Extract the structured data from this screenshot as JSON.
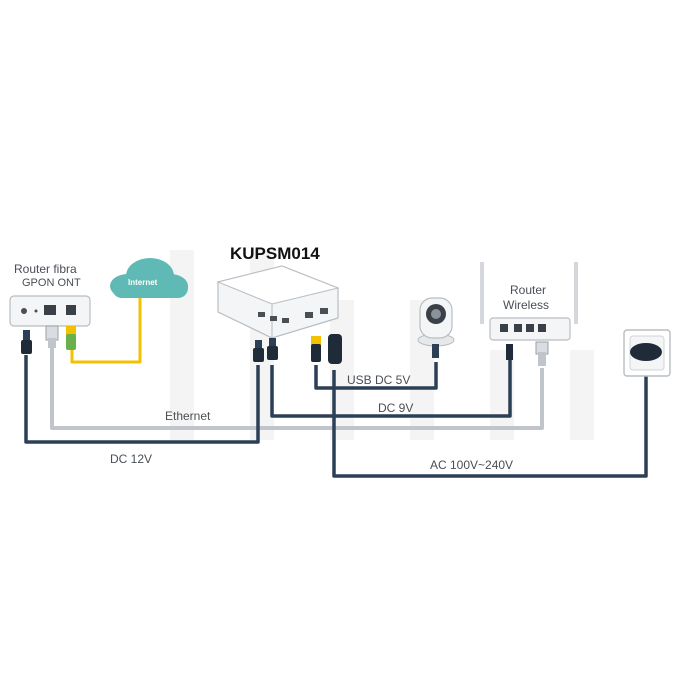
{
  "title": "KUPSM014",
  "devices": {
    "router_fibra": {
      "line1": "Router fibra",
      "line2": "GPON ONT"
    },
    "internet": "Internet",
    "router_wireless": {
      "line1": "Router",
      "line2": "Wireless"
    }
  },
  "connections": {
    "usb_dc_5v": "USB DC 5V",
    "dc_9v": "DC 9V",
    "ethernet": "Ethernet",
    "dc_12v": "DC 12V",
    "ac": "AC 100V~240V"
  },
  "colors": {
    "power_cable": "#2b3f55",
    "ethernet_cable": "#bfc5cb",
    "internet_cable": "#f2c200",
    "cloud": "#5fb9b5",
    "device_body": "#f4f5f6",
    "device_outline": "#b8bdc2",
    "wall_socket": "#1f2b38"
  }
}
